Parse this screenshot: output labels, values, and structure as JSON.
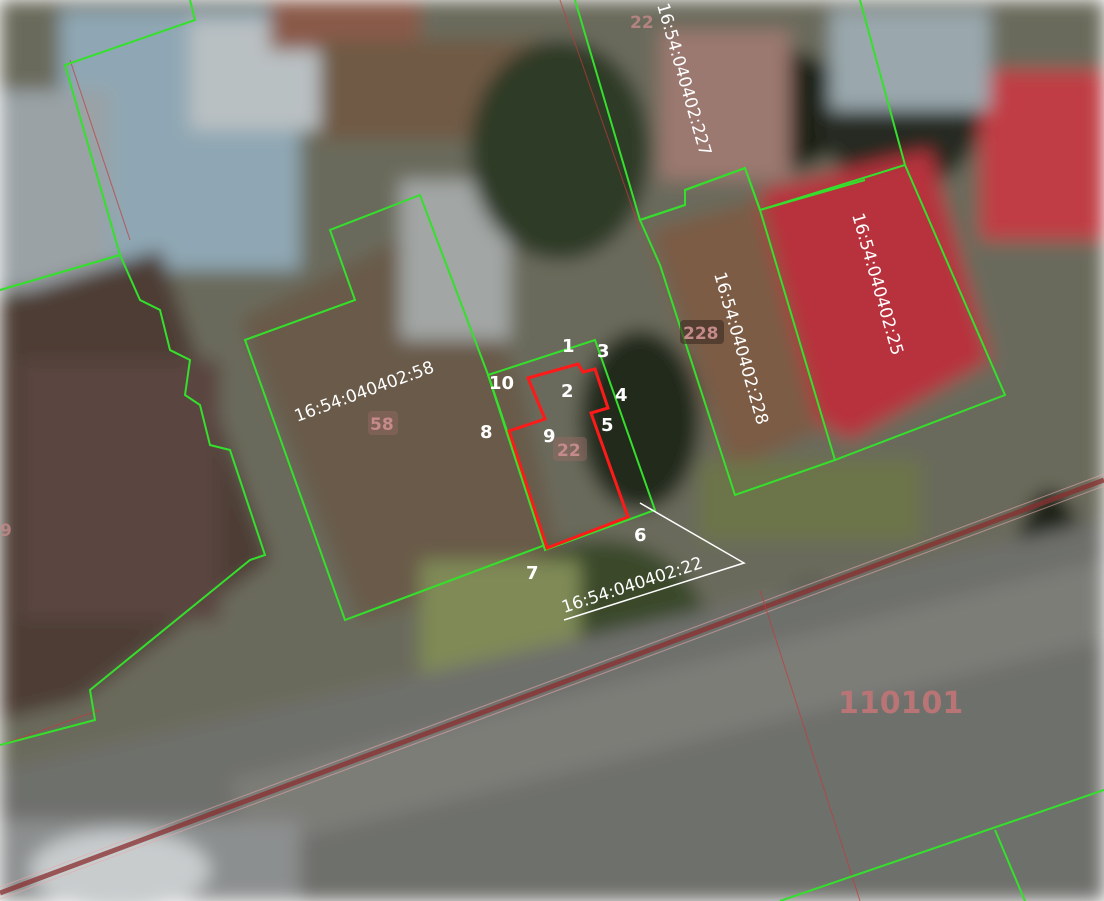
{
  "map": {
    "quarter_label": "110101",
    "target_parcel": "16:54:040402:22",
    "parcels": [
      {
        "id": "58",
        "label": "16:54:040402:58"
      },
      {
        "id": "227",
        "label": "16:54:040402:227"
      },
      {
        "id": "228",
        "label": "16:54:040402:228"
      },
      {
        "id": "25",
        "label": "16:54:040402:25"
      }
    ],
    "badges": [
      "58",
      "22",
      "228",
      "22",
      "9"
    ],
    "points": [
      "1",
      "2",
      "3",
      "4",
      "5",
      "6",
      "7",
      "8",
      "9",
      "10"
    ],
    "colors": {
      "parcel_boundary": "#35e02c",
      "target_building": "#ff1a1a",
      "road_line": "#8a2e2e",
      "label_text": "#ffffff"
    }
  }
}
